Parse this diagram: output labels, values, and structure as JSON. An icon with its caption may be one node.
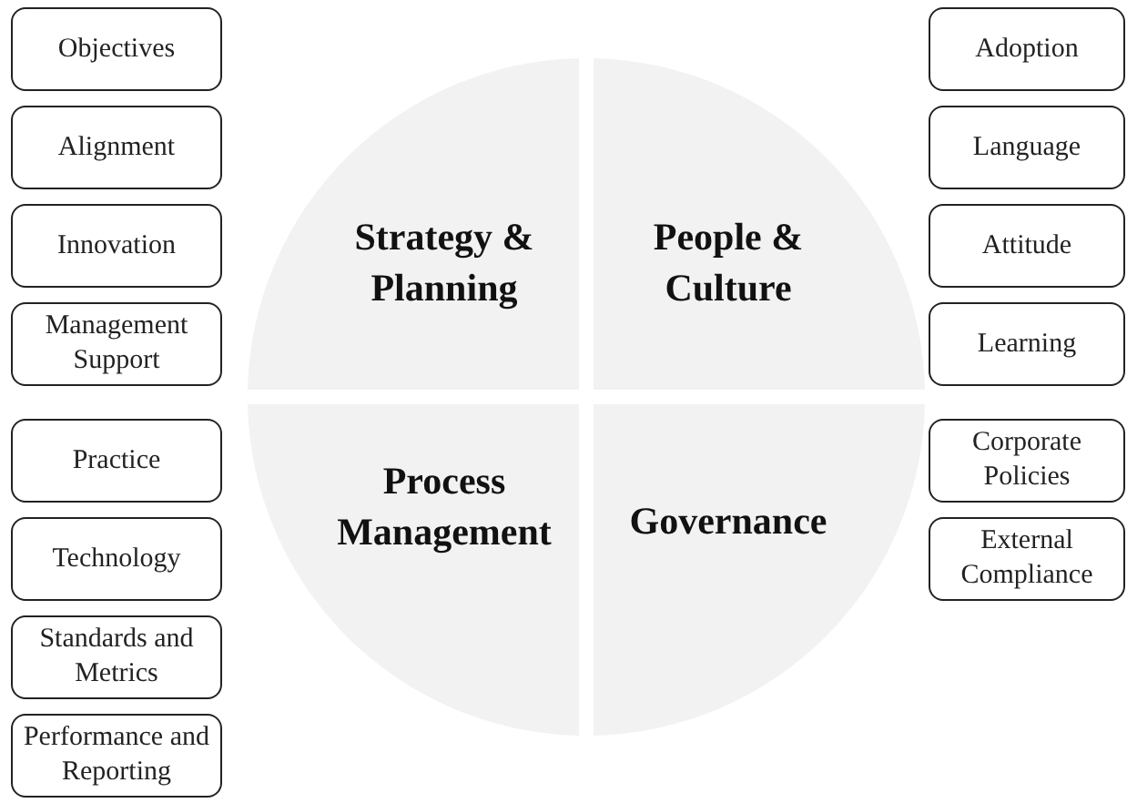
{
  "diagram": {
    "nodes": [
      {
        "text": [
          "Objectives"
        ]
      },
      {
        "text": [
          "Alignment"
        ]
      },
      {
        "text": [
          "Innovation"
        ]
      },
      {
        "text": [
          "Management Support"
        ]
      },
      {
        "text": [
          "Practice"
        ]
      },
      {
        "text": [
          "Technology"
        ]
      },
      {
        "text": [
          "Standards and Metrics"
        ]
      },
      {
        "text": [
          "Performance and Reporting"
        ]
      },
      {
        "text": [
          "Strategy & Planning"
        ]
      },
      {
        "text": [
          "People & Culture"
        ]
      },
      {
        "text": [
          "Process Management"
        ]
      },
      {
        "text": [
          "Governance"
        ]
      },
      {
        "text": [
          "Adoption"
        ]
      },
      {
        "text": [
          "Language"
        ]
      },
      {
        "text": [
          "Attitude"
        ]
      },
      {
        "text": [
          "Learning"
        ]
      },
      {
        "text": [
          "Corporate Policies"
        ]
      },
      {
        "text": [
          "External Compliance"
        ]
      }
    ]
  }
}
